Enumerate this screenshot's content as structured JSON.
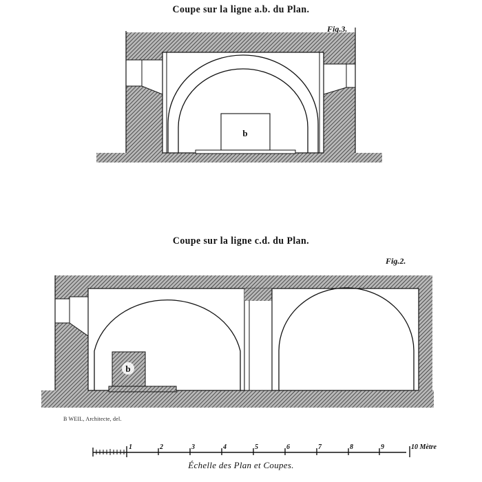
{
  "figure3": {
    "title": "Coupe sur la ligne a.b. du Plan.",
    "fig_label": "Fig.3.",
    "box_label": "b"
  },
  "figure2": {
    "title": "Coupe sur la ligne c.d. du Plan.",
    "fig_label": "Fig.2.",
    "box_label": "b"
  },
  "credit": "B WEIL, Architecte, del.",
  "scale": {
    "caption": "Échelle des Plan et Coupes.",
    "ticks": [
      "1",
      "2",
      "3",
      "4",
      "5",
      "6",
      "7",
      "8",
      "9",
      "10 Mètre"
    ],
    "unit": "Mètre"
  },
  "colors": {
    "ink": "#111111",
    "hatch_fill": "#8a8a8a",
    "paper": "#ffffff"
  }
}
